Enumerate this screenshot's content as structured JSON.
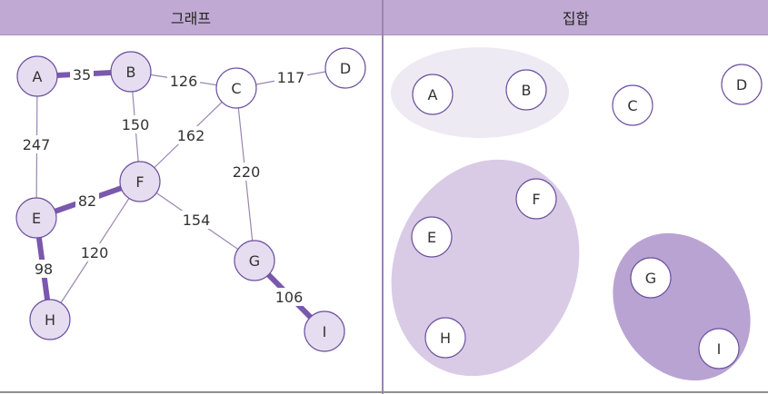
{
  "headers": {
    "graph": "그래프",
    "set": "집합"
  },
  "graph": {
    "nodes": [
      {
        "id": "A",
        "label": "A",
        "fill": "#e6ddf0"
      },
      {
        "id": "B",
        "label": "B",
        "fill": "#e6ddf0"
      },
      {
        "id": "C",
        "label": "C",
        "fill": "#ffffff"
      },
      {
        "id": "D",
        "label": "D",
        "fill": "#ffffff"
      },
      {
        "id": "E",
        "label": "E",
        "fill": "#e6ddf0"
      },
      {
        "id": "F",
        "label": "F",
        "fill": "#e6ddf0"
      },
      {
        "id": "G",
        "label": "G",
        "fill": "#e6ddf0"
      },
      {
        "id": "H",
        "label": "H",
        "fill": "#e6ddf0"
      },
      {
        "id": "I",
        "label": "I",
        "fill": "#e6ddf0"
      }
    ],
    "edges": [
      {
        "from": "A",
        "to": "B",
        "weight": "35",
        "highlighted": true
      },
      {
        "from": "B",
        "to": "C",
        "weight": "126",
        "highlighted": false
      },
      {
        "from": "C",
        "to": "D",
        "weight": "117",
        "highlighted": false
      },
      {
        "from": "A",
        "to": "E",
        "weight": "247",
        "highlighted": false
      },
      {
        "from": "B",
        "to": "F",
        "weight": "150",
        "highlighted": false
      },
      {
        "from": "C",
        "to": "F",
        "weight": "162",
        "highlighted": false
      },
      {
        "from": "C",
        "to": "G",
        "weight": "220",
        "highlighted": false
      },
      {
        "from": "E",
        "to": "F",
        "weight": "82",
        "highlighted": true
      },
      {
        "from": "F",
        "to": "G",
        "weight": "154",
        "highlighted": false
      },
      {
        "from": "E",
        "to": "H",
        "weight": "98",
        "highlighted": true
      },
      {
        "from": "F",
        "to": "H",
        "weight": "120",
        "highlighted": false
      },
      {
        "from": "G",
        "to": "I",
        "weight": "106",
        "highlighted": true
      }
    ]
  },
  "sets": {
    "groups": [
      {
        "name": "set-ab",
        "fill": "#eeeaf3",
        "members": [
          "A",
          "B"
        ]
      },
      {
        "name": "set-efh",
        "fill": "#d9cbe6",
        "members": [
          "E",
          "F",
          "H"
        ]
      },
      {
        "name": "set-gi",
        "fill": "#b9a3d3",
        "members": [
          "G",
          "I"
        ]
      }
    ],
    "nodes": [
      {
        "id": "A",
        "label": "A"
      },
      {
        "id": "B",
        "label": "B"
      },
      {
        "id": "C",
        "label": "C"
      },
      {
        "id": "D",
        "label": "D"
      },
      {
        "id": "E",
        "label": "E"
      },
      {
        "id": "F",
        "label": "F"
      },
      {
        "id": "G",
        "label": "G"
      },
      {
        "id": "H",
        "label": "H"
      },
      {
        "id": "I",
        "label": "I"
      }
    ]
  },
  "colors": {
    "accent": "#7a58ad",
    "edge": "#9a86b0",
    "node_stroke": "#6d52a0",
    "header_bg": "#c0aad3"
  }
}
